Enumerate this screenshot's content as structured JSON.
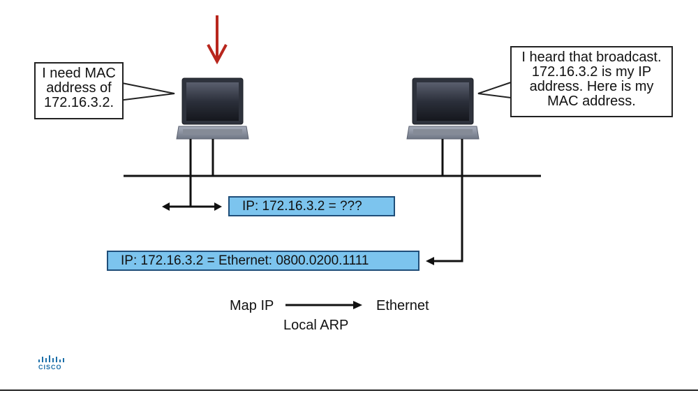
{
  "left_callout": {
    "lines": [
      "I need MAC",
      "address of",
      "172.16.3.2."
    ]
  },
  "right_callout": {
    "lines": [
      "I heard that broadcast.",
      "172.16.3.2 is my IP",
      "address. Here is my",
      "MAC address."
    ]
  },
  "request_packet": {
    "text": "IP: 172.16.3.2 = ???"
  },
  "reply_packet": {
    "text": "IP: 172.16.3.2 = Ethernet: 0800.0200.1111"
  },
  "mapping": {
    "from_label": "Map IP",
    "to_label": "Ethernet",
    "caption": "Local ARP"
  },
  "logo": {
    "text": "CISCO"
  },
  "colors": {
    "highlight_arrow": "#b8261d",
    "packet_fill": "#7cc4ee",
    "packet_border": "#1f4e79",
    "logo": "#1b6ea8"
  },
  "icons": {
    "laptop": "laptop-icon",
    "highlight_arrow": "down-arrow-icon"
  }
}
